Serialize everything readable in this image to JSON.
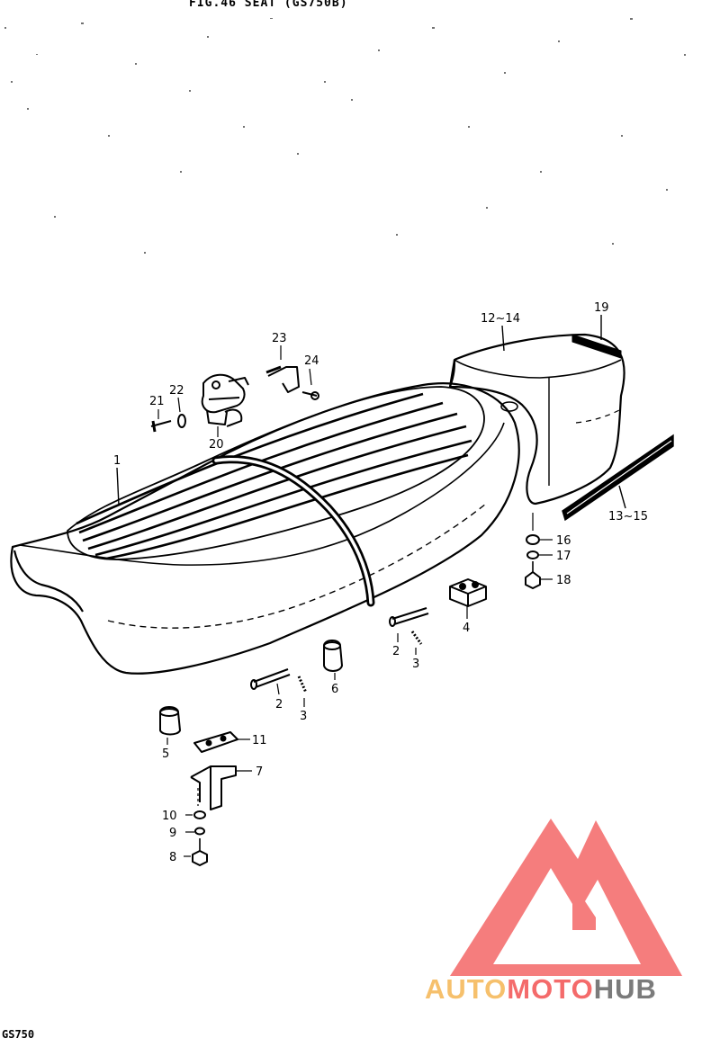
{
  "header": {
    "title": "FIG.46 SEAT (GS750B)"
  },
  "footer": {
    "model": "GS750"
  },
  "watermark": {
    "auto": "AUTO",
    "moto": "MOTO",
    "hub": "HUB",
    "colors": {
      "auto": "#f6c06c",
      "moto": "#f46b6b",
      "hub": "#7b7b7b",
      "logo": "#f46b6b"
    }
  },
  "callouts": {
    "c1": "1",
    "c2a": "2",
    "c2b": "2",
    "c3a": "3",
    "c3b": "3",
    "c4": "4",
    "c5": "5",
    "c6": "6",
    "c7": "7",
    "c8": "8",
    "c9": "9",
    "c10": "10",
    "c11": "11",
    "c12": "12~14",
    "c13": "13~15",
    "c16": "16",
    "c17": "17",
    "c18": "18",
    "c19": "19",
    "c20": "20",
    "c21": "21",
    "c22": "22",
    "c23": "23",
    "c24": "24"
  }
}
